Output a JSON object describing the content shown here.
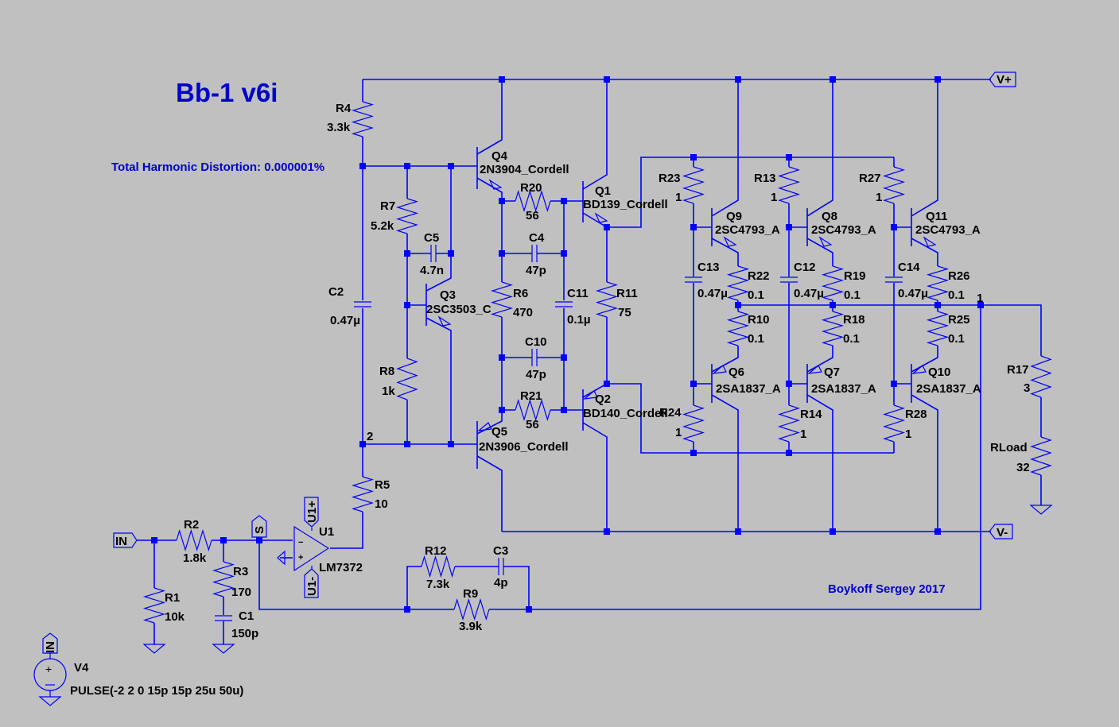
{
  "schematic": {
    "title": "Bb-1 v6i",
    "thd_label": "Total Harmonic Distortion: 0.000001%",
    "author": "Boykoff Sergey 2017",
    "accent_color": "#0000ff",
    "background_color": "#c0c0c0"
  },
  "net_flags": {
    "vplus": "V+",
    "vminus": "V-",
    "in": "IN",
    "s": "S",
    "u1plus": "U1+",
    "u1minus": "U1-",
    "v4_in": "IN"
  },
  "net_labels": {
    "node1": "1",
    "node2": "2"
  },
  "resistors": {
    "R1": {
      "name": "R1",
      "value": "10k"
    },
    "R2": {
      "name": "R2",
      "value": "1.8k"
    },
    "R3": {
      "name": "R3",
      "value": "170"
    },
    "R4": {
      "name": "R4",
      "value": "3.3k"
    },
    "R5": {
      "name": "R5",
      "value": "10"
    },
    "R6": {
      "name": "R6",
      "value": "470"
    },
    "R7": {
      "name": "R7",
      "value": "5.2k"
    },
    "R8": {
      "name": "R8",
      "value": "1k"
    },
    "R9": {
      "name": "R9",
      "value": "3.9k"
    },
    "R10": {
      "name": "R10",
      "value": "0.1"
    },
    "R11": {
      "name": "R11",
      "value": "75"
    },
    "R12": {
      "name": "R12",
      "value": "7.3k"
    },
    "R13": {
      "name": "R13",
      "value": "1"
    },
    "R14": {
      "name": "R14",
      "value": "1"
    },
    "R17": {
      "name": "R17",
      "value": "3"
    },
    "R18": {
      "name": "R18",
      "value": "0.1"
    },
    "R19": {
      "name": "R19",
      "value": "0.1"
    },
    "R20": {
      "name": "R20",
      "value": "56"
    },
    "R21": {
      "name": "R21",
      "value": "56"
    },
    "R22": {
      "name": "R22",
      "value": "0.1"
    },
    "R23": {
      "name": "R23",
      "value": "1"
    },
    "R24": {
      "name": "R24",
      "value": "1"
    },
    "R25": {
      "name": "R25",
      "value": "0.1"
    },
    "R26": {
      "name": "R26",
      "value": "0.1"
    },
    "R27": {
      "name": "R27",
      "value": "1"
    },
    "R28": {
      "name": "R28",
      "value": "1"
    },
    "RLoad": {
      "name": "RLoad",
      "value": "32"
    }
  },
  "capacitors": {
    "C1": {
      "name": "C1",
      "value": "150p"
    },
    "C2": {
      "name": "C2",
      "value": "0.47µ"
    },
    "C3": {
      "name": "C3",
      "value": "4p"
    },
    "C4": {
      "name": "C4",
      "value": "47p"
    },
    "C5": {
      "name": "C5",
      "value": "4.7n"
    },
    "C10": {
      "name": "C10",
      "value": "47p"
    },
    "C11": {
      "name": "C11",
      "value": "0.1µ"
    },
    "C12": {
      "name": "C12",
      "value": "0.47µ"
    },
    "C13": {
      "name": "C13",
      "value": "0.47µ"
    },
    "C14": {
      "name": "C14",
      "value": "0.47µ"
    }
  },
  "transistors": {
    "Q1": {
      "name": "Q1",
      "model": "BD139_Cordell"
    },
    "Q2": {
      "name": "Q2",
      "model": "BD140_Cordell"
    },
    "Q3": {
      "name": "Q3",
      "model": "2SC3503_C"
    },
    "Q4": {
      "name": "Q4",
      "model": "2N3904_Cordell"
    },
    "Q5": {
      "name": "Q5",
      "model": "2N3906_Cordell"
    },
    "Q6": {
      "name": "Q6",
      "model": "2SA1837_A"
    },
    "Q7": {
      "name": "Q7",
      "model": "2SA1837_A"
    },
    "Q8": {
      "name": "Q8",
      "model": "2SC4793_A"
    },
    "Q9": {
      "name": "Q9",
      "model": "2SC4793_A"
    },
    "Q10": {
      "name": "Q10",
      "model": "2SA1837_A"
    },
    "Q11": {
      "name": "Q11",
      "model": "2SC4793_A"
    }
  },
  "opamp": {
    "name": "U1",
    "model": "LM7372"
  },
  "source": {
    "name": "V4",
    "value": "PULSE(-2 2 0 15p 15p 25u 50u)"
  }
}
